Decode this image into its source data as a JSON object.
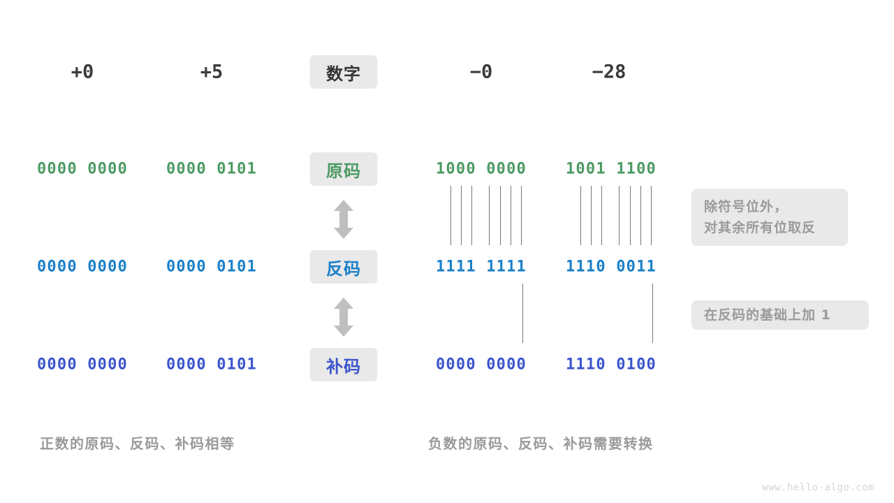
{
  "columns": {
    "headers": [
      "+0",
      "+5",
      "数字",
      "−0",
      "−28"
    ],
    "x": [
      118,
      303,
      492,
      689,
      872
    ]
  },
  "rows": [
    {
      "label": "原码",
      "label_color": "#4c9a63",
      "value_color": "#4c9a63",
      "values": [
        "0000 0000",
        "0000 0101",
        "1000 0000",
        "1001 1100"
      ]
    },
    {
      "label": "反码",
      "label_color": "#1a7fc8",
      "value_color": "#1a7fc8",
      "values": [
        "0000 0000",
        "0000 0101",
        "1111 1111",
        "1110 0011"
      ]
    },
    {
      "label": "补码",
      "label_color": "#3b55cc",
      "value_color": "#3b55cc",
      "values": [
        "0000 0000",
        "0000 0101",
        "0000 0000",
        "1110 0100"
      ]
    }
  ],
  "arrows": {
    "icon": "double-headed-vertical-arrow-icon",
    "color": "#bfbfbf",
    "count": 2
  },
  "notes": [
    {
      "lines": [
        "除符号位外，",
        "对其余所有位取反"
      ]
    },
    {
      "lines": [
        "在反码的基础上加  1"
      ]
    }
  ],
  "captions": {
    "left": "正数的原码、反码、补码相等",
    "right": "负数的原码、反码、补码需要转换"
  },
  "watermark": "www.hello-algo.com",
  "palette": {
    "background": "#ffffff",
    "badge_bg": "#e9e9e9",
    "note_bg": "#e9e9e9",
    "note_text": "#9a9a9a",
    "header_text": "#3b3b3b",
    "tick_line": "#777777",
    "watermark_text": "#d5d5d5"
  }
}
